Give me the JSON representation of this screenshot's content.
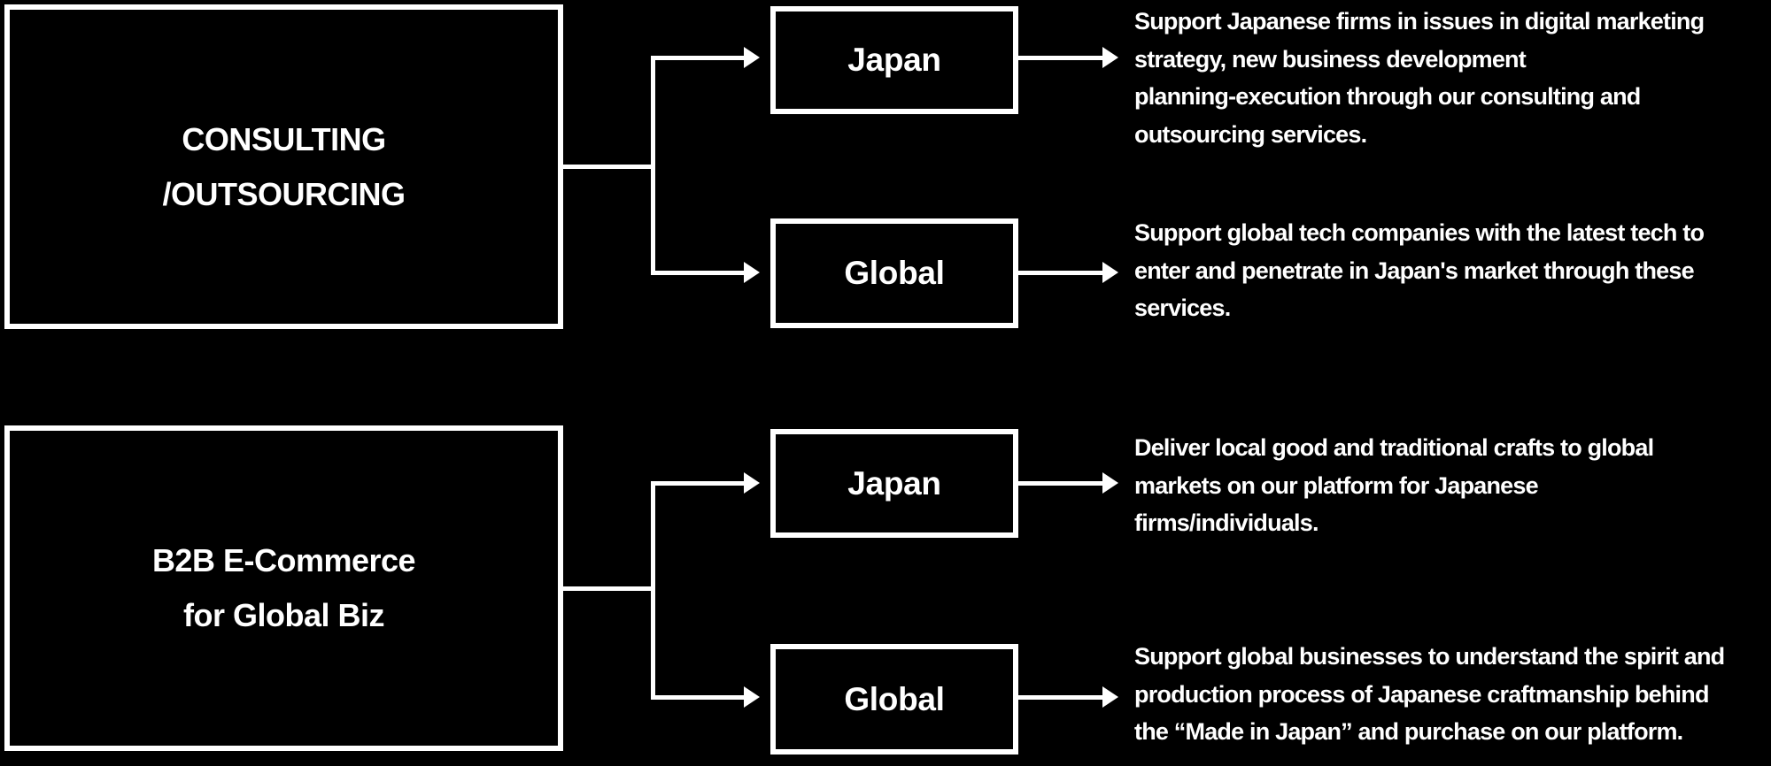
{
  "palette": {
    "background": "#000000",
    "foreground": "#ffffff"
  },
  "groups": [
    {
      "id": "consulting-outsourcing",
      "source": {
        "lines": [
          "CONSULTING",
          "/OUTSOURCING"
        ]
      },
      "branches": [
        {
          "label": "Japan",
          "description_lines": [
            "Support Japanese firms in issues in digital marketing",
            "strategy, new business development",
            "planning-execution through our consulting and",
            "outsourcing services."
          ]
        },
        {
          "label": "Global",
          "description_lines": [
            "Support global tech companies with the latest tech to",
            "enter and penetrate in Japan's market through these",
            "services."
          ]
        }
      ]
    },
    {
      "id": "b2b-ecommerce",
      "source": {
        "lines": [
          "B2B E-Commerce",
          "for Global Biz"
        ]
      },
      "branches": [
        {
          "label": "Japan",
          "description_lines": [
            "Deliver local good and traditional crafts to global",
            "markets on our platform for Japanese",
            "firms/individuals."
          ]
        },
        {
          "label": "Global",
          "description_lines": [
            "Support global businesses to understand the spirit and",
            "production process of Japanese craftmanship behind",
            "the “Made in Japan” and purchase on our platform."
          ]
        }
      ]
    }
  ]
}
